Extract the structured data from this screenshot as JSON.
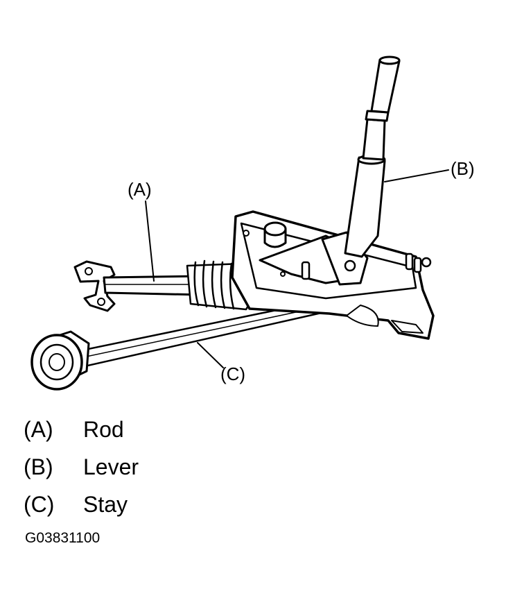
{
  "callouts": {
    "a": "(A)",
    "b": "(B)",
    "c": "(C)"
  },
  "legend": [
    {
      "key": "(A)",
      "text": "Rod"
    },
    {
      "key": "(B)",
      "text": "Lever"
    },
    {
      "key": "(C)",
      "text": "Stay"
    }
  ],
  "figure_code": "G03831100"
}
